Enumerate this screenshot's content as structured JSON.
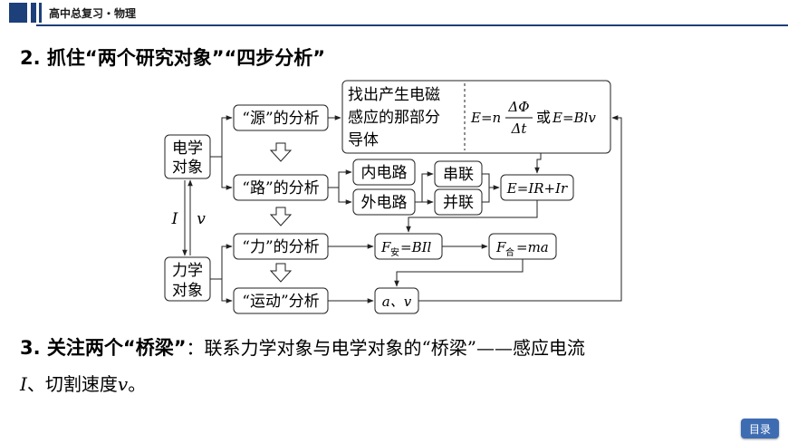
{
  "header": {
    "title": "高中总复习・物理"
  },
  "section2": {
    "number": "2.",
    "title": "抓住“两个研究对象”“四步分析”"
  },
  "diagram": {
    "electric_object": [
      "电学",
      "对象"
    ],
    "mechanical_object": [
      "力学",
      "对象"
    ],
    "bridge_labels": {
      "current": "I",
      "speed": "v"
    },
    "source_analysis": "“源”的分析",
    "circuit_analysis": "“路”的分析",
    "force_analysis": "“力”的分析",
    "motion_analysis": "“运动”分析",
    "source_box_text": [
      "找出产生电磁",
      "感应的那部分",
      "导体"
    ],
    "emf_formula": {
      "lhs": "E=n",
      "numerator": "ΔΦ",
      "denominator": "Δt",
      "or_text": "或",
      "alt": "E=Blv"
    },
    "internal_circuit": "内电路",
    "external_circuit": "外电路",
    "series": "串联",
    "parallel": "并联",
    "ohm_formula": "E=IR+Ir",
    "ampere_force": {
      "f": "F",
      "sub": "安",
      "rest": "=BIl"
    },
    "newton_law": {
      "f": "F",
      "sub": "合",
      "rest": "=ma"
    },
    "kinematics": "a、v"
  },
  "section3": {
    "number": "3.",
    "title": "关注两个“桥梁”",
    "text_line1": "：联系力学对象与电学对象的“桥梁”——感应电流",
    "line2_var1": "I",
    "line2_mid": "、切割速度",
    "line2_var2": "v",
    "line2_end": "。"
  },
  "nav": {
    "toc_label": "目录"
  }
}
